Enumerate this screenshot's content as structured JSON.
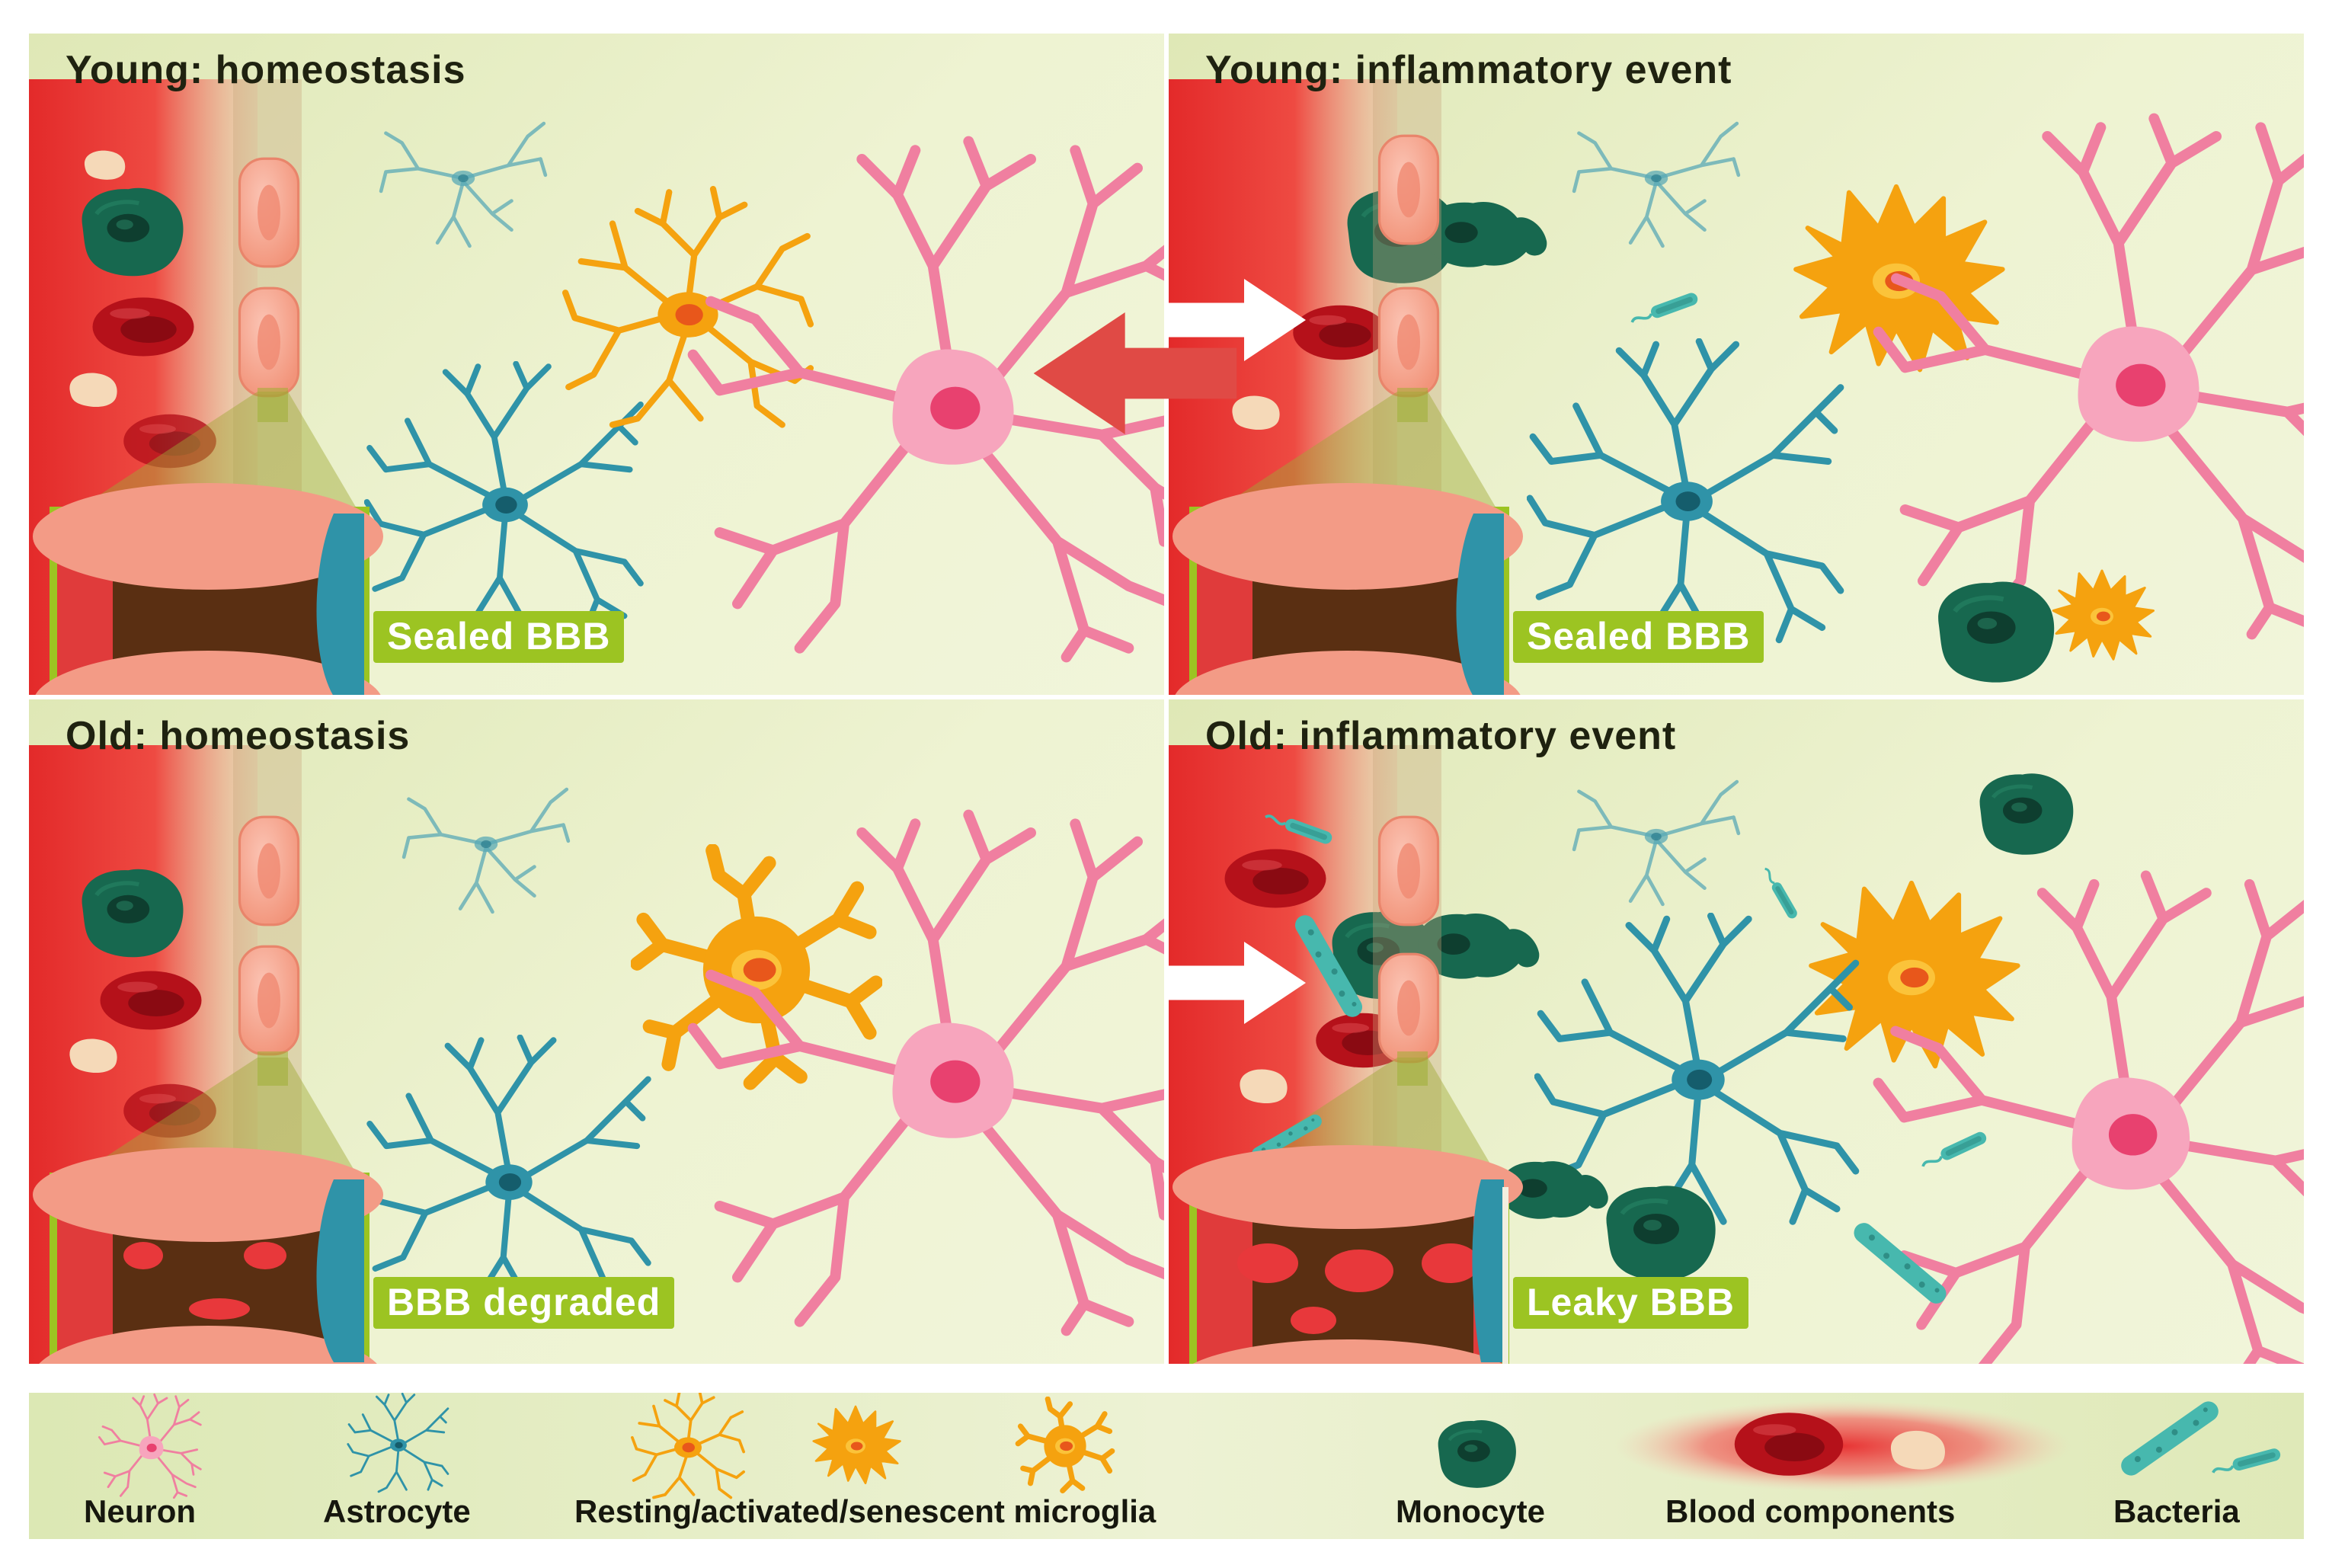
{
  "panels": {
    "young_homeostasis": {
      "title": "Young: homeostasis",
      "badge": "Sealed BBB"
    },
    "young_inflammatory": {
      "title": "Young: inflammatory event",
      "badge": "Sealed BBB"
    },
    "old_homeostasis": {
      "title": "Old: homeostasis",
      "badge": "BBB degraded"
    },
    "old_inflammatory": {
      "title": "Old: inflammatory event",
      "badge": "Leaky BBB"
    }
  },
  "legend": {
    "neuron": "Neuron",
    "astrocyte": "Astrocyte",
    "microglia": "Resting/activated/senescent microglia",
    "monocyte": "Monocyte",
    "blood": "Blood components",
    "bacteria": "Bacteria"
  },
  "colors": {
    "neuron": "#f07fa0",
    "astrocyte": "#2f93a8",
    "microglia": "#f5a20f",
    "monocyte": "#17684f",
    "red_blood_cell": "#b5111a",
    "badge": "#9cc422",
    "arrow_left": "#e04a45",
    "arrow_right": "#ffffff"
  }
}
